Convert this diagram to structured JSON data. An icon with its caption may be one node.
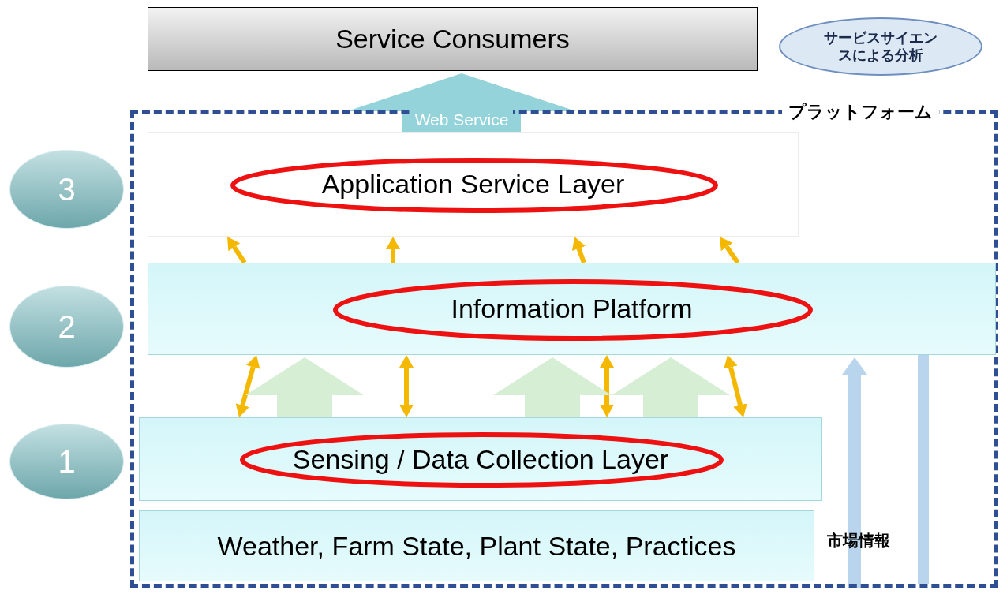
{
  "diagram": {
    "nodes": [
      {
        "text": [
          "Service Consumers"
        ]
      },
      {
        "text": [
          "サービスサイエンスによる分析"
        ]
      },
      {
        "text": [
          "プラットフォーム"
        ]
      },
      {
        "text": [
          "Application Service Layer"
        ],
        "in": 2
      },
      {
        "text": [
          "Information Platform"
        ],
        "in": 2
      },
      {
        "text": [
          "Sensing / Data Collection Layer"
        ],
        "in": 2
      },
      {
        "text": [
          "Weather, Farm State, Plant State, Practices"
        ],
        "in": 2
      },
      {
        "text": [
          "3"
        ]
      },
      {
        "text": [
          "2"
        ]
      },
      {
        "text": [
          "1"
        ]
      },
      {
        "text": [
          "市場情報"
        ],
        "in": 2
      }
    ],
    "edges": [
      {
        "from": 3,
        "to": 0,
        "arrow": "to",
        "label": "Web Service",
        "style": "thick",
        "color": "#94d3da"
      },
      {
        "from": 4,
        "to": 3,
        "arrow": "to"
      },
      {
        "from": 4,
        "to": 3,
        "arrow": "to"
      },
      {
        "from": 4,
        "to": 3,
        "arrow": "to"
      },
      {
        "from": 4,
        "to": 3,
        "arrow": "to"
      },
      {
        "from": 5,
        "to": 4,
        "arrow": "both"
      },
      {
        "from": 5,
        "to": 4,
        "arrow": "both"
      },
      {
        "from": 5,
        "to": 4,
        "arrow": "both"
      },
      {
        "from": 5,
        "to": 4,
        "arrow": "both"
      },
      {
        "from": 5,
        "to": 4,
        "arrow": "to",
        "style": "thick",
        "color": "#d6eed3"
      },
      {
        "from": 5,
        "to": 4,
        "arrow": "to",
        "style": "thick",
        "color": "#d6eed3"
      },
      {
        "from": 5,
        "to": 4,
        "arrow": "to",
        "style": "thick",
        "color": "#d6eed3"
      },
      {
        "from": null,
        "to": 4,
        "arrow": "to",
        "style": "thick",
        "color": "#b9d5ee"
      }
    ]
  }
}
